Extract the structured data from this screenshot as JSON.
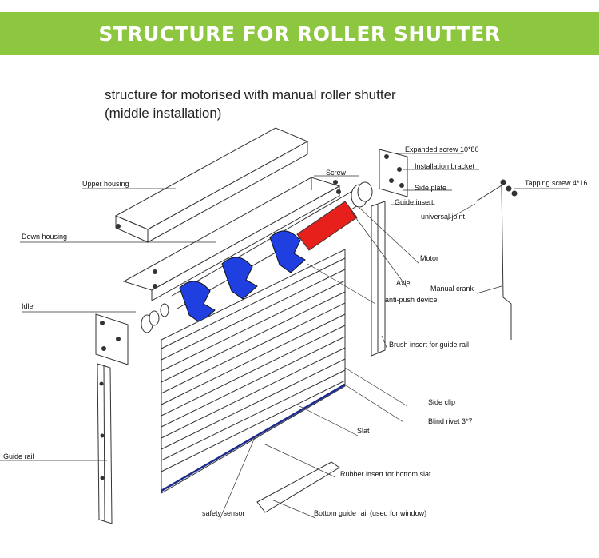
{
  "banner": {
    "title": "STRUCTURE FOR ROLLER SHUTTER",
    "color": "#8dc63f"
  },
  "subtitle": {
    "line1": "structure for motorised with manual roller shutter",
    "line2": "(middle installation)"
  },
  "colors": {
    "motor": "#e8201c",
    "bracket": "#1f3fe0",
    "rubber": "#1a2b8c"
  },
  "labels": {
    "expanded_screw": "Expanded screw 10*80",
    "installation_bracket": "Installation bracket",
    "side_plate": "Side plate",
    "guide_insert": "Guide insert",
    "tapping_screw": "Tapping screw  4*16",
    "screw": "Screw",
    "upper_housing": "Upper  housing",
    "down_housing": "Down  housing",
    "universal_joint": "universal joint",
    "motor": "Motor",
    "axle": "Axle",
    "manual_crank": "Manual crank",
    "idler": "Idler",
    "anti_push": "anti-push device",
    "brush_insert": "Brush insert for guide rail",
    "side_clip": "Side clip",
    "blind_rivet": "Blind rivet 3*7",
    "slat": "Slat",
    "guide_rail": "Guide rail",
    "rubber_insert": "Rubber insert for bottom slat",
    "safety_sensor": "safety sensor",
    "bottom_guide_rail": "Bottom guide rail (used for window)"
  }
}
